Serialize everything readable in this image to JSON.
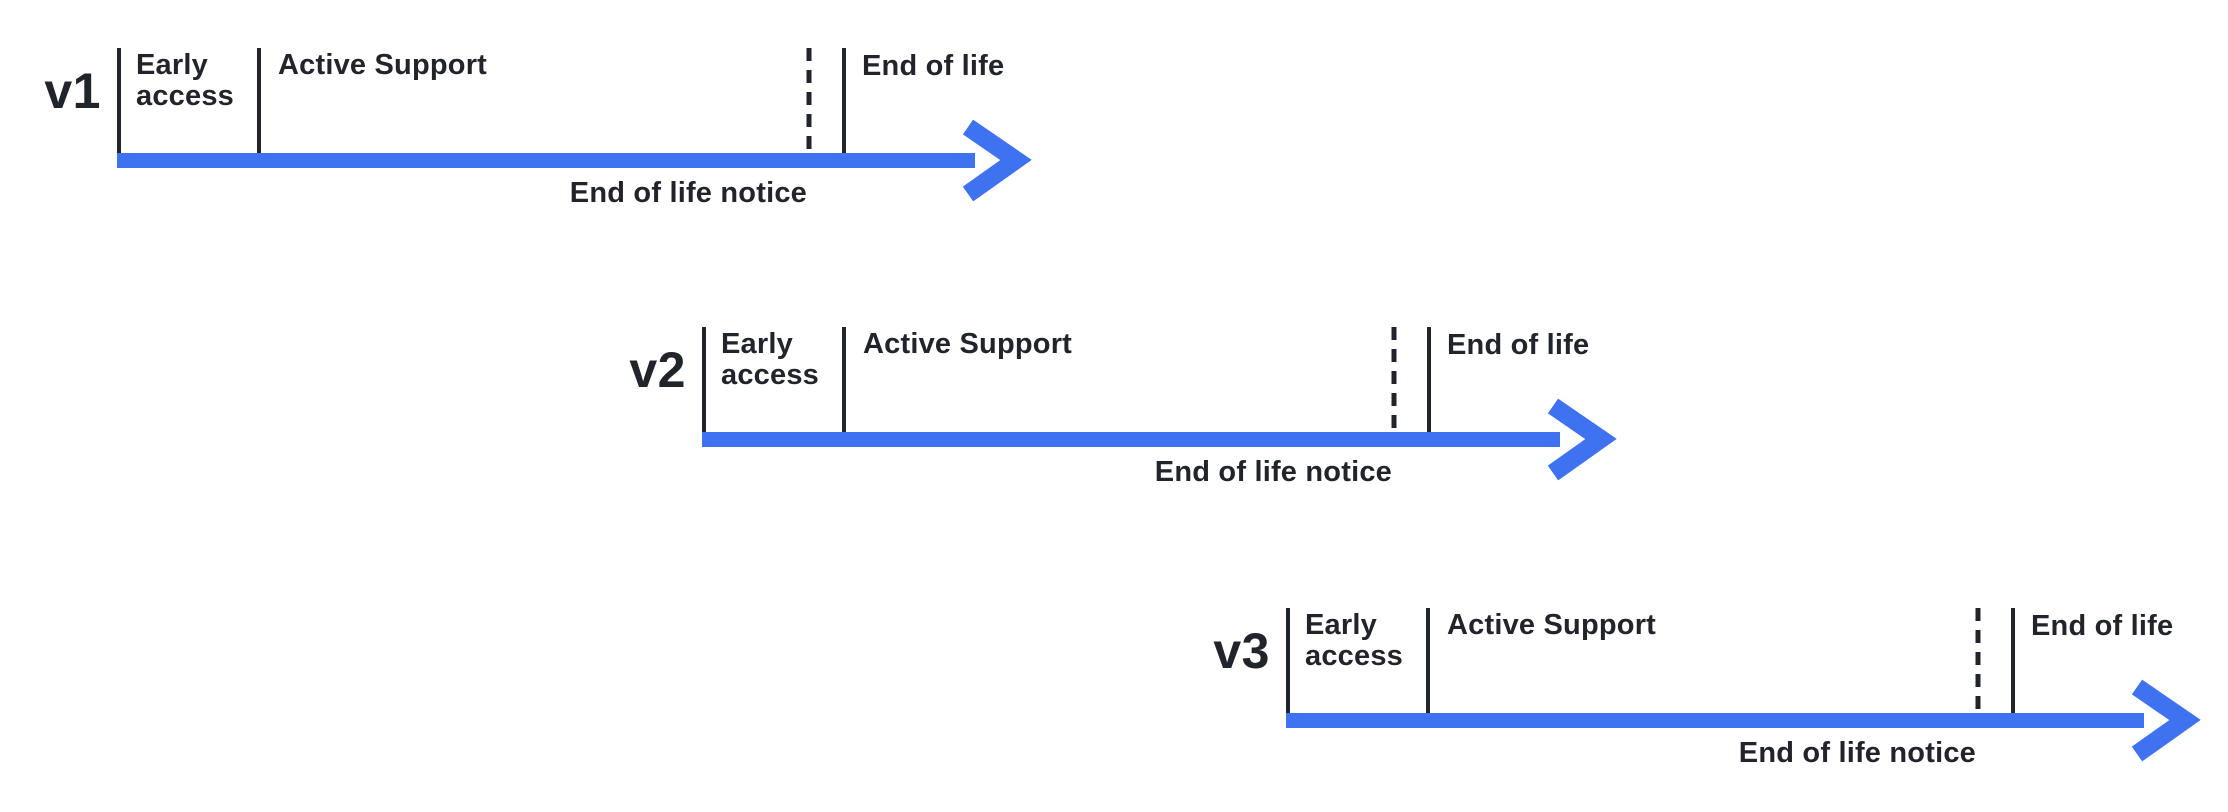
{
  "colors": {
    "accent": "#3E72F1",
    "ink": "#21252B",
    "background": "#FFFFFF"
  },
  "timelines": [
    {
      "version": "v1",
      "phases": {
        "early_access": "Early access",
        "active_support": "Active Support",
        "end_of_life": "End of life"
      },
      "annotation": "End of life notice"
    },
    {
      "version": "v2",
      "phases": {
        "early_access": "Early access",
        "active_support": "Active Support",
        "end_of_life": "End of life"
      },
      "annotation": "End of life notice"
    },
    {
      "version": "v3",
      "phases": {
        "early_access": "Early access",
        "active_support": "Active Support",
        "end_of_life": "End of life"
      },
      "annotation": "End of life notice"
    }
  ]
}
